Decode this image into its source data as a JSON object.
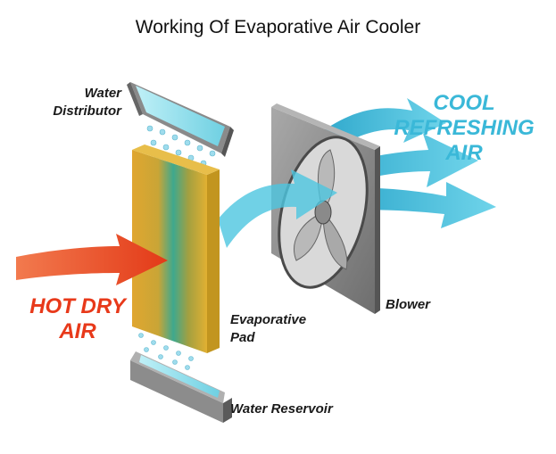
{
  "title": "Working Of Evaporative Air Cooler",
  "labels": {
    "water_distributor_line1": "Water",
    "water_distributor_line2": "Distributor",
    "cool_air_line1": "COOL",
    "cool_air_line2": "REFRESHING",
    "cool_air_line3": "AIR",
    "hot_air_line1": "HOT DRY",
    "hot_air_line2": "AIR",
    "blower": "Blower",
    "evaporative_pad_line1": "Evaporative",
    "evaporative_pad_line2": "Pad",
    "water_reservoir": "Water Reservoir"
  },
  "colors": {
    "hot_air": "#e8391a",
    "cool_air": "#3ab8d8",
    "pad_yellow": "#d8a82a",
    "pad_green": "#3aa890",
    "metal": "#8a8a8a",
    "water": "#7fd6e6"
  }
}
